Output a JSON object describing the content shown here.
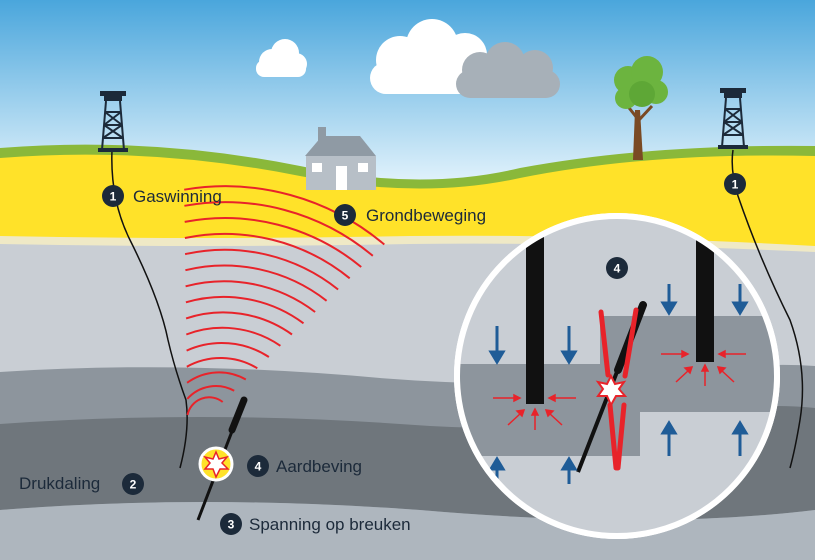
{
  "labels": {
    "gaswinning": "Gaswinning",
    "grondbeweging": "Grondbeweging",
    "drukdaling": "Drukdaling",
    "aardbeving": "Aardbeving",
    "spanning": "Spanning op breuken"
  },
  "markers": {
    "gaswinning_left": "1",
    "gaswinning_right": "1",
    "drukdaling": "2",
    "spanning": "3",
    "aardbeving": "4",
    "inset": "4",
    "grondbeweging": "5"
  },
  "colors": {
    "sky_top": "#4aa6dc",
    "sky_bottom": "#dff1fb",
    "grass": "#8ab83a",
    "sand": "#ffe229",
    "rock_light": "#c9ced4",
    "rock_mid": "#8d959d",
    "rock_dark": "#6f767c",
    "wave": "#e8232a",
    "arrow": "#1f5c97",
    "marker": "#1c2a3a"
  },
  "icons": [
    "derrick-icon",
    "house-icon",
    "tree-icon",
    "cloud-icon",
    "explosion-icon"
  ]
}
